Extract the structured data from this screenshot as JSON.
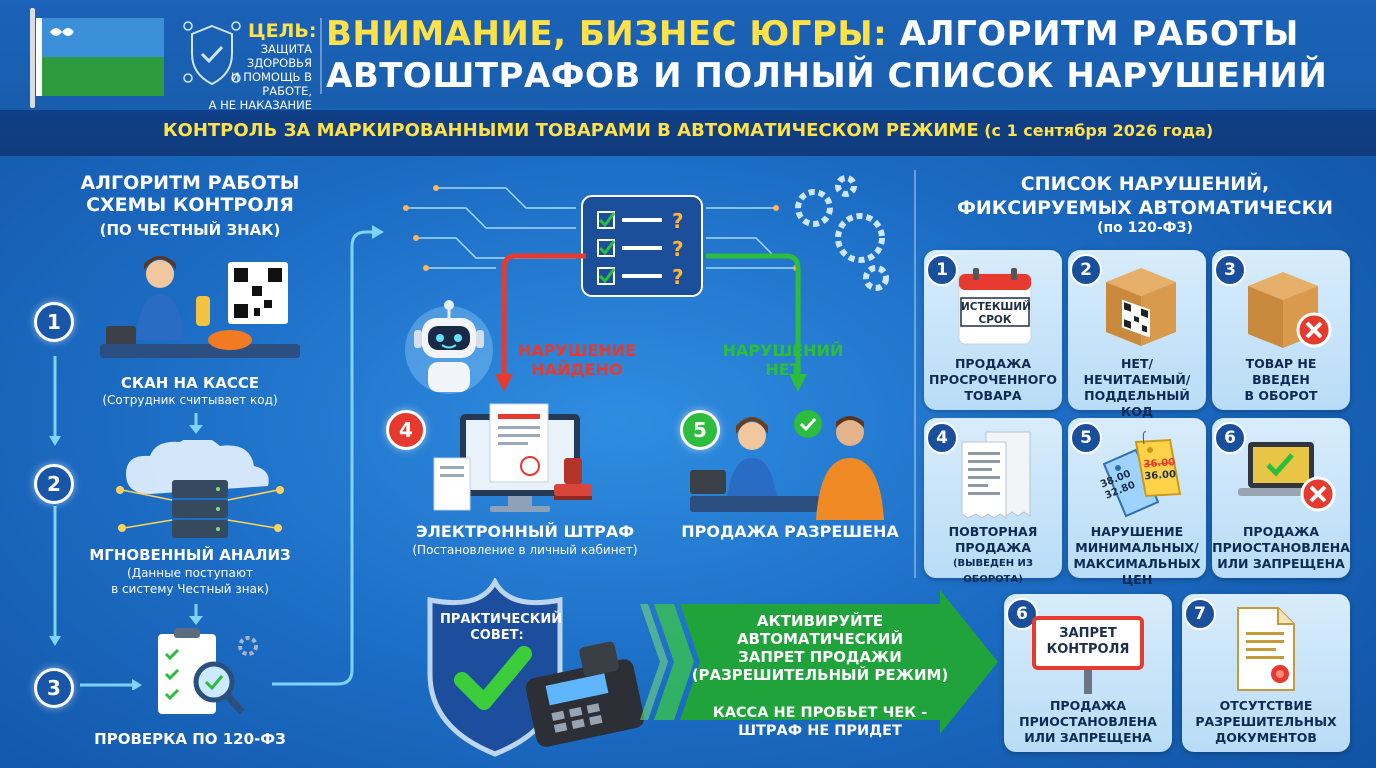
{
  "header": {
    "goal_title": "ЦЕЛЬ:",
    "goal_line1": "ЗАЩИТА",
    "goal_line2": "ЗДОРОВЬЯ",
    "goal_line3": "И ПОМОЩЬ В РАБОТЕ,",
    "goal_line4": "А НЕ НАКАЗАНИЕ",
    "title_yellow": "ВНИМАНИЕ, БИЗНЕС ЮГРЫ:",
    "title_white": " АЛГОРИТМ РАБОТЫ",
    "title_line2": "АВТОШТРАФОВ  И ПОЛНЫЙ СПИСОК НАРУШЕНИЙ"
  },
  "banner": {
    "main": "КОНТРОЛЬ ЗА МАРКИРОВАННЫМИ ТОВАРАМИ В АВТОМАТИЧЕСКОМ РЕЖИМЕ",
    "date": " (с 1 сентября 2026 года)"
  },
  "left": {
    "title_line1": "АЛГОРИТМ РАБОТЫ",
    "title_line2": "СХЕМЫ КОНТРОЛЯ",
    "subtitle": "(ПО ЧЕСТНЫЙ ЗНАК)",
    "steps": [
      {
        "num": "1",
        "label": "СКАН НА КАССЕ",
        "sub1": "(Сотрудник считывает код)",
        "sub2": ""
      },
      {
        "num": "2",
        "label": "МГНОВЕННЫЙ АНАЛИЗ",
        "sub1": "(Данные поступают",
        "sub2": "в систему Честный знак)"
      },
      {
        "num": "3",
        "label": "ПРОВЕРКА ПО 120-ФЗ",
        "sub1": "",
        "sub2": ""
      }
    ]
  },
  "center": {
    "violation_found_1": "НАРУШЕНИЕ",
    "violation_found_2": "НАЙДЕНО",
    "no_violation_1": "НАРУШЕНИЙ",
    "no_violation_2": "НЕТ",
    "step4_num": "4",
    "step4_label": "ЭЛЕКТРОННЫЙ ШТРАФ",
    "step4_sub": "(Постановление в личный кабинет)",
    "step5_num": "5",
    "step5_label": "ПРОДАЖА РАЗРЕШЕНА",
    "advice_line1": "ПРАКТИЧЕСКИЙ",
    "advice_line2": "СОВЕТ:",
    "advice_main_1": "АКТИВИРУЙТЕ",
    "advice_main_2": "АВТОМАТИЧЕСКИЙ",
    "advice_main_3": "ЗАПРЕТ ПРОДАЖИ",
    "advice_main_4": "(РАЗРЕШИТЕЛЬНЫЙ РЕЖИМ)",
    "advice_note_1": "КАССА НЕ ПРОБЬЕТ ЧЕК -",
    "advice_note_2": "ШТРАФ НЕ ПРИДЕТ"
  },
  "right": {
    "title_line1": "СПИСОК НАРУШЕНИЙ,",
    "title_line2": "ФИКСИРУЕМЫХ АВТОМАТИЧЕСКИ",
    "subtitle": "(по 120-ФЗ)",
    "expired_sign_1": "ИСТЕКШИЙ",
    "expired_sign_2": "СРОК",
    "price_old": "36.00",
    "price_new": "36.00",
    "price_a": "38.00",
    "price_b": "32.80",
    "ban_sign_1": "ЗАПРЕТ",
    "ban_sign_2": "КОНТРОЛЯ",
    "items": [
      {
        "num": "1",
        "l1": "ПРОДАЖА",
        "l2": "ПРОСРОЧЕННОГО",
        "l3": "ТОВАРА",
        "l4": ""
      },
      {
        "num": "2",
        "l1": "НЕТ/НЕЧИТАЕМЫЙ/",
        "l2": "ПОДДЕЛЬНЫЙ",
        "l3": "КОД МАРКИРОВКИ",
        "l4": ""
      },
      {
        "num": "3",
        "l1": "ТОВАР НЕ",
        "l2": "ВВЕДЕН",
        "l3": "В ОБОРОТ",
        "l4": ""
      },
      {
        "num": "4",
        "l1": "ПОВТОРНАЯ",
        "l2": "ПРОДАЖА",
        "l3": "(ВЫВЕДЕН ИЗ ОБОРОТА)",
        "l4": ""
      },
      {
        "num": "5",
        "l1": "НАРУШЕНИЕ",
        "l2": "МИНИМАЛЬНЫХ/",
        "l3": "МАКСИМАЛЬНЫХ ЦЕН",
        "l4": ""
      },
      {
        "num": "6",
        "l1": "ПРОДАЖА",
        "l2": "ПРИОСТАНОВЛЕНА",
        "l3": "ИЛИ ЗАПРЕЩЕНА",
        "l4": ""
      },
      {
        "num": "6",
        "l1": "ПРОДАЖА",
        "l2": "ПРИОСТАНОВЛЕНА",
        "l3": "ИЛИ ЗАПРЕЩЕНА",
        "l4": ""
      },
      {
        "num": "7",
        "l1": "ОТСУТСТВИЕ",
        "l2": "РАЗРЕШИТЕЛЬНЫХ",
        "l3": "ДОКУМЕНТОВ",
        "l4": ""
      }
    ]
  },
  "colors": {
    "accent_yellow": "#ffe14a",
    "red": "#e63a2e",
    "green": "#2bbd3b",
    "navy": "#103c7d"
  }
}
